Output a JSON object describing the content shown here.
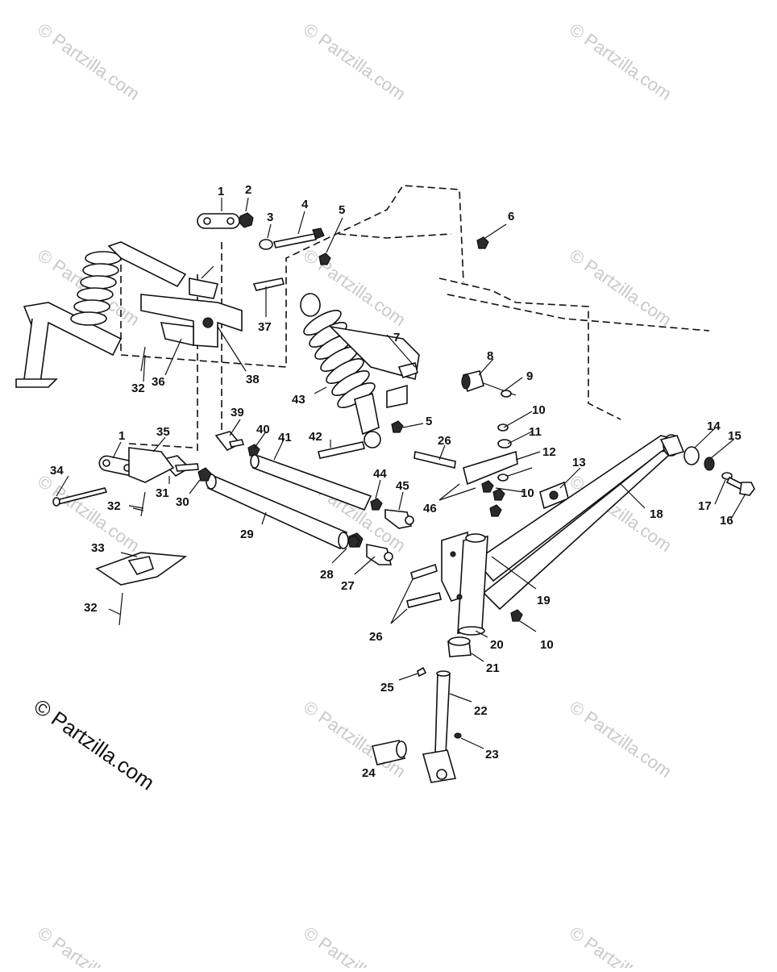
{
  "watermark_text": "© Partzilla.com",
  "copyright_text": "© Partzilla.com",
  "callouts": [
    {
      "n": "1",
      "part": "plate"
    },
    {
      "n": "2",
      "part": "nut"
    },
    {
      "n": "3",
      "part": "washer"
    },
    {
      "n": "4",
      "part": "bolt"
    },
    {
      "n": "5",
      "part": "nut"
    },
    {
      "n": "6",
      "part": "nut"
    },
    {
      "n": "37",
      "part": "bolt"
    },
    {
      "n": "38",
      "part": "nut"
    },
    {
      "n": "32",
      "part": "pin"
    },
    {
      "n": "36",
      "part": "bracket"
    },
    {
      "n": "7",
      "part": "bolt"
    },
    {
      "n": "8",
      "part": "bushing"
    },
    {
      "n": "9",
      "part": "pin"
    },
    {
      "n": "43",
      "part": "shock-absorber"
    },
    {
      "n": "10",
      "part": "washer"
    },
    {
      "n": "11",
      "part": "washer"
    },
    {
      "n": "12",
      "part": "bracket"
    },
    {
      "n": "13",
      "part": "plate"
    },
    {
      "n": "14",
      "part": "bushing"
    },
    {
      "n": "15",
      "part": "washer"
    },
    {
      "n": "17",
      "part": "washer"
    },
    {
      "n": "16",
      "part": "bolt"
    },
    {
      "n": "18",
      "part": "a-arm"
    },
    {
      "n": "39",
      "part": "rod-end"
    },
    {
      "n": "40",
      "part": "nut"
    },
    {
      "n": "41",
      "part": "tube"
    },
    {
      "n": "42",
      "part": "bolt"
    },
    {
      "n": "5",
      "part": "nut"
    },
    {
      "n": "26",
      "part": "bolt"
    },
    {
      "n": "1",
      "part": "plate"
    },
    {
      "n": "35",
      "part": "bracket"
    },
    {
      "n": "34",
      "part": "bolt"
    },
    {
      "n": "31",
      "part": "rod-end"
    },
    {
      "n": "30",
      "part": "nut"
    },
    {
      "n": "32",
      "part": "pin"
    },
    {
      "n": "44",
      "part": "nut"
    },
    {
      "n": "45",
      "part": "rod-end"
    },
    {
      "n": "46",
      "part": "nut"
    },
    {
      "n": "10",
      "part": "nut"
    },
    {
      "n": "29",
      "part": "tube"
    },
    {
      "n": "33",
      "part": "cover"
    },
    {
      "n": "28",
      "part": "nut"
    },
    {
      "n": "27",
      "part": "rod-end"
    },
    {
      "n": "19",
      "part": "bushing"
    },
    {
      "n": "32",
      "part": "pin"
    },
    {
      "n": "26",
      "part": "bolt"
    },
    {
      "n": "20",
      "part": "washer"
    },
    {
      "n": "10",
      "part": "nut"
    },
    {
      "n": "21",
      "part": "bushing"
    },
    {
      "n": "25",
      "part": "key"
    },
    {
      "n": "22",
      "part": "spindle"
    },
    {
      "n": "23",
      "part": "pin"
    },
    {
      "n": "24",
      "part": "bushing"
    }
  ]
}
